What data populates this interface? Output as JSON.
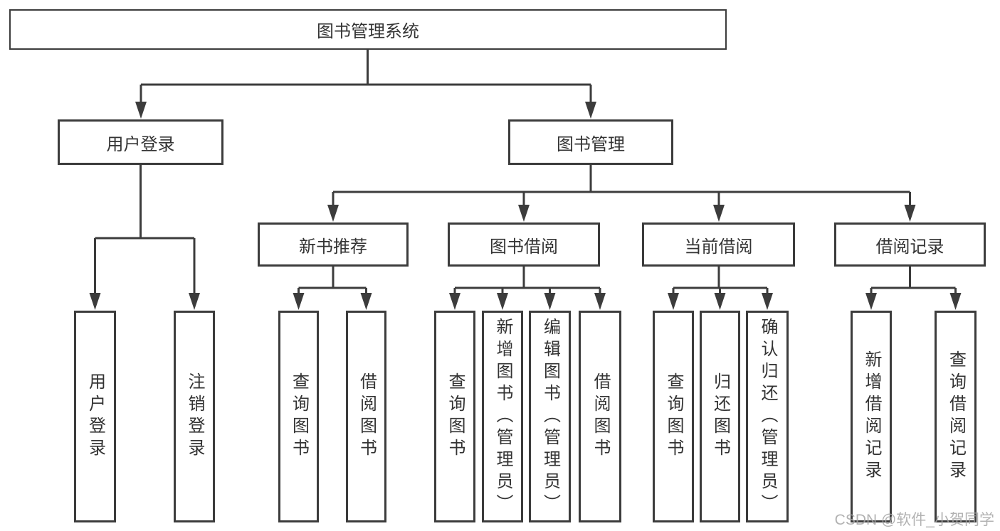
{
  "tree": {
    "root": {
      "label": "图书管理系统",
      "children": [
        {
          "label": "用户登录",
          "children": [
            {
              "label": "用户登录"
            },
            {
              "label": "注销登录"
            }
          ]
        },
        {
          "label": "图书管理",
          "children": [
            {
              "label": "新书推荐",
              "children": [
                {
                  "label": "查询图书"
                },
                {
                  "label": "借阅图书"
                }
              ]
            },
            {
              "label": "图书借阅",
              "children": [
                {
                  "label": "查询图书"
                },
                {
                  "label": "新增图书（管理员）"
                },
                {
                  "label": "编辑图书（管理员）"
                },
                {
                  "label": "借阅图书"
                }
              ]
            },
            {
              "label": "当前借阅",
              "children": [
                {
                  "label": "查询图书"
                },
                {
                  "label": "归还图书"
                },
                {
                  "label": "确认归还（管理员）"
                }
              ]
            },
            {
              "label": "借阅记录",
              "children": [
                {
                  "label": "新增借阅记录"
                },
                {
                  "label": "查询借阅记录"
                }
              ]
            }
          ]
        }
      ]
    }
  },
  "watermark": {
    "text": "CSDN @软件_小贺同学"
  },
  "colors": {
    "line": "#3c3c3c",
    "text": "#333333",
    "background": "#ffffff",
    "watermark": "#a4a4a4"
  }
}
